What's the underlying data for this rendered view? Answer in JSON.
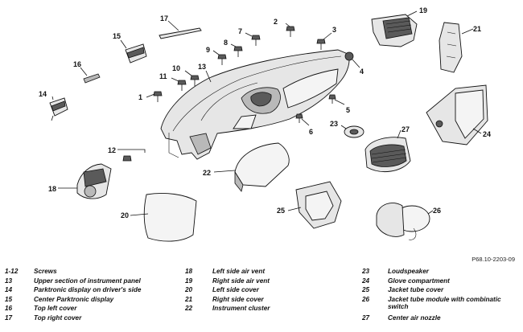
{
  "diagram": {
    "reference": "P68.10-2203-09",
    "callouts": [
      "1",
      "2",
      "3",
      "4",
      "5",
      "6",
      "7",
      "8",
      "9",
      "10",
      "11",
      "12",
      "13",
      "14",
      "15",
      "16",
      "17",
      "18",
      "19",
      "20",
      "21",
      "22",
      "23",
      "24",
      "25",
      "26",
      "27"
    ]
  },
  "legend": {
    "col1": [
      {
        "num": "1-12",
        "text": "Screws"
      },
      {
        "num": "13",
        "text": "Upper section of instrument panel"
      },
      {
        "num": "14",
        "text": "Parktronic display on driver's side"
      },
      {
        "num": "15",
        "text": "Center Parktronic display"
      },
      {
        "num": "16",
        "text": "Top left cover"
      },
      {
        "num": "17",
        "text": "Top right cover"
      }
    ],
    "col2": [
      {
        "num": "18",
        "text": "Left side air vent"
      },
      {
        "num": "19",
        "text": "Right side air vent"
      },
      {
        "num": "20",
        "text": "Left side cover"
      },
      {
        "num": "21",
        "text": "Right side cover"
      },
      {
        "num": "22",
        "text": "Instrument cluster"
      }
    ],
    "col3": [
      {
        "num": "23",
        "text": "Loudspeaker"
      },
      {
        "num": "24",
        "text": "Glove compartment"
      },
      {
        "num": "25",
        "text": "Jacket tube cover"
      },
      {
        "num": "26",
        "text": "Jacket tube module with combinatic switch"
      },
      {
        "num": "27",
        "text": "Center air nozzle"
      }
    ]
  }
}
